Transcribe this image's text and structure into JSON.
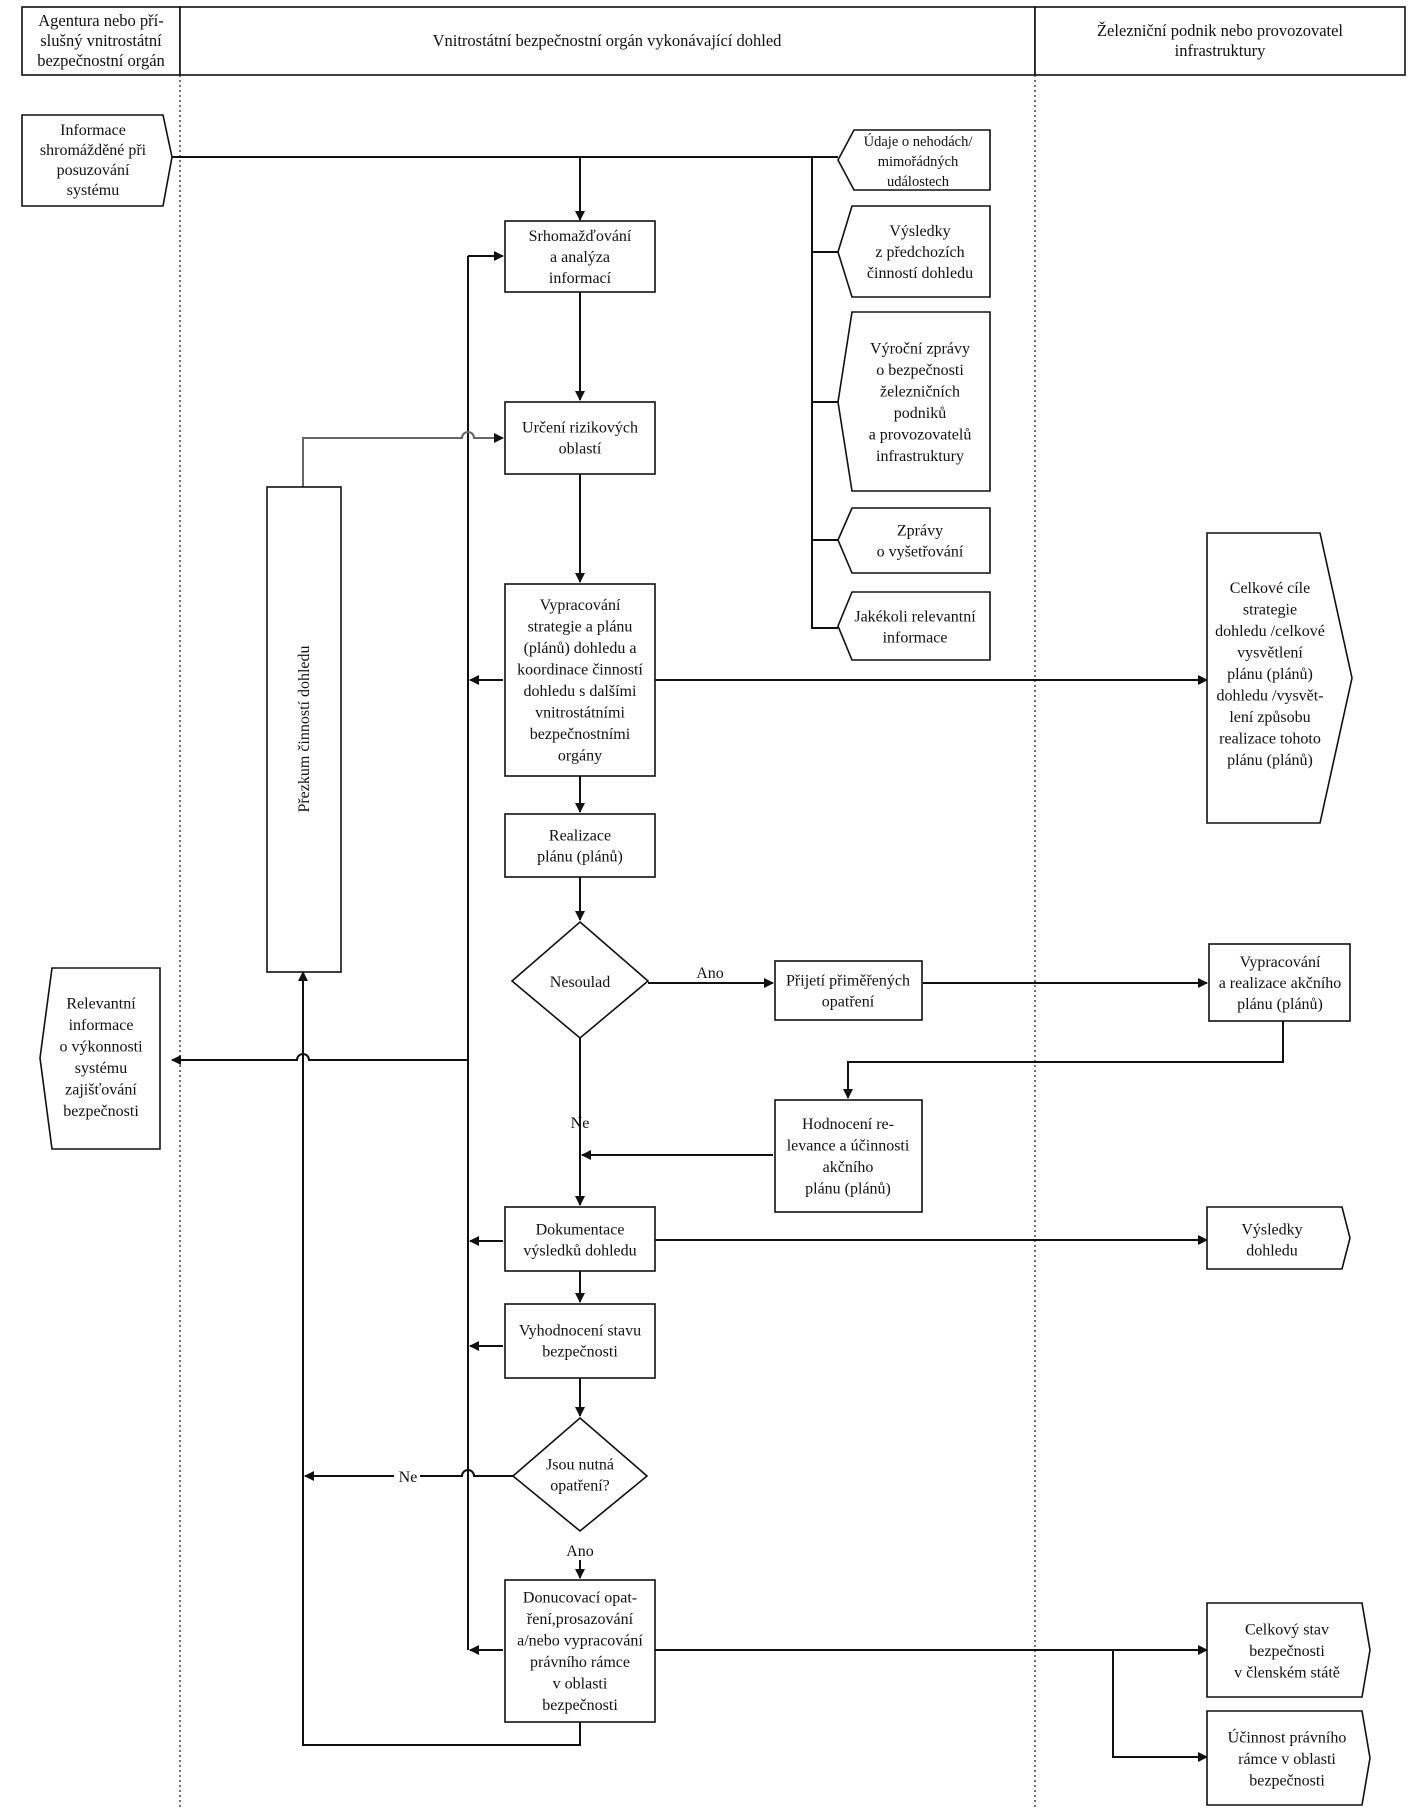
{
  "lanes": {
    "agency": [
      "Agentura nebo pří-",
      "slušný vnitrostátní",
      "bezpečnostní orgán"
    ],
    "nsa": [
      "Vnitrostátní bezpečnostní orgán vykonávající dohled"
    ],
    "railway": [
      "Železniční podnik nebo provozovatel",
      "infrastruktury"
    ]
  },
  "inputs": {
    "system_assessment": [
      "Informace",
      "shromážděné při",
      "posuzování",
      "systému"
    ],
    "accidents": [
      "Údaje o nehodách/",
      "mimořádných",
      "událostech"
    ],
    "previous_results": [
      "Výsledky",
      "z předchozích",
      "činností dohledu"
    ],
    "annual_reports": [
      "Výroční zprávy",
      "o bezpečnosti",
      "železničních",
      "podniků",
      "a provozovatelů",
      "infrastruktury"
    ],
    "investigation": [
      "Zprávy",
      "o vyšetřování"
    ],
    "other": [
      "Jakékoli relevantní",
      "informace"
    ]
  },
  "process": {
    "collect": [
      "Srhomažďování",
      "a analýza",
      "informací"
    ],
    "risk": [
      "Určení rizikových",
      "oblastí"
    ],
    "strategy": [
      "Vypracování",
      "strategie a plánu",
      "(plánů) dohledu a",
      "koordinace činností",
      "dohledu s dalšími",
      "vnitrostátními",
      "bezpečnostními",
      "orgány"
    ],
    "implement": [
      "Realizace",
      "plánu (plánů)"
    ],
    "nonconformity": [
      "Nesoulad"
    ],
    "measures": [
      "Přijetí přiměřených",
      "opatření"
    ],
    "evaluation": [
      "Hodnocení re-",
      "levance a účinnosti",
      "akčního",
      "plánu (plánů)"
    ],
    "documentation": [
      "Dokumentace",
      "výsledků dohledu"
    ],
    "assess_safety": [
      "Vyhodnocení stavu",
      "bezpečnosti"
    ],
    "needed": [
      "Jsou nutná",
      "opatření?"
    ],
    "enforcement": [
      "Donucovací opat-",
      "ření,prosazování",
      "a/nebo vypracování",
      "právního rámce",
      "v oblasti",
      "bezpečnosti"
    ],
    "review": [
      "Přezkum činností dohledu"
    ]
  },
  "outputs": {
    "performance_info": [
      "Relevantní",
      "informace",
      "o výkonnosti",
      "systému",
      "zajišťování",
      "bezpečnosti"
    ],
    "objectives": [
      "Celkové cíle",
      "strategie",
      "dohledu /celkové",
      "vysvětlení",
      "plánu (plánů)",
      "dohledu /vysvět-",
      "lení způsobu",
      "realizace tohoto",
      "plánu (plánů)"
    ],
    "action_plan": [
      "Vypracování",
      "a realizace akčního",
      "plánu (plánů)"
    ],
    "results": [
      "Výsledky",
      "dohledu"
    ],
    "overall_state": [
      "Celkový stav",
      "bezpečnosti",
      "v členském státě"
    ],
    "legal_effectiveness": [
      "Účinnost právního",
      "rámce v oblasti",
      "bezpečnosti"
    ]
  },
  "labels": {
    "yes": "Ano",
    "no": "Ne"
  }
}
